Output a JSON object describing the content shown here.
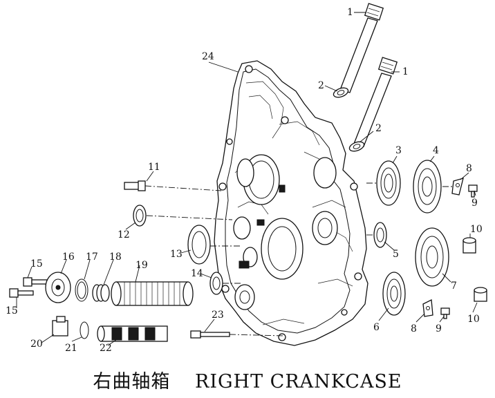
{
  "caption": {
    "chinese": "右曲轴箱",
    "english": "RIGHT CRANKCASE"
  },
  "callouts": {
    "c1a": "1",
    "c1b": "1",
    "c2a": "2",
    "c2b": "2",
    "c3": "3",
    "c4": "4",
    "c5": "5",
    "c6": "6",
    "c7": "7",
    "c8a": "8",
    "c8b": "8",
    "c9a": "9",
    "c9b": "9",
    "c10a": "10",
    "c10b": "10",
    "c11": "11",
    "c12": "12",
    "c13": "13",
    "c14": "14",
    "c15a": "15",
    "c15b": "15",
    "c16": "16",
    "c17": "17",
    "c18": "18",
    "c19": "19",
    "c20": "20",
    "c21": "21",
    "c22": "22",
    "c23": "23",
    "c24": "24"
  }
}
